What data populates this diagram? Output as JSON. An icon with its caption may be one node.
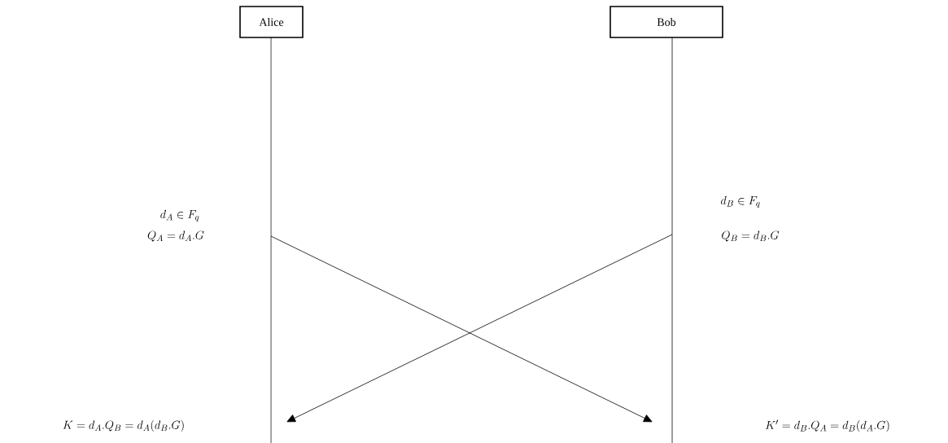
{
  "diagram": {
    "nodes": [
      {
        "text": [
          "Alice"
        ]
      },
      {
        "text": [
          "Bob"
        ]
      },
      {
        "text": [],
        "shape": "line"
      },
      {
        "text": [],
        "shape": "line"
      }
    ],
    "edges": [
      {
        "from": 2,
        "to": 3,
        "arrow": "to"
      },
      {
        "from": 3,
        "to": 2,
        "arrow": "to"
      }
    ],
    "labels": [
      "d_B \\in F_q",
      "d_A \\in F_q",
      "Q_A = d_A.G",
      "Q_B = d_B.G",
      "K = d_A.Q_B = d_A(d_B.G)",
      "K' = d_B.Q_A = d_B(d_A.G)"
    ]
  }
}
